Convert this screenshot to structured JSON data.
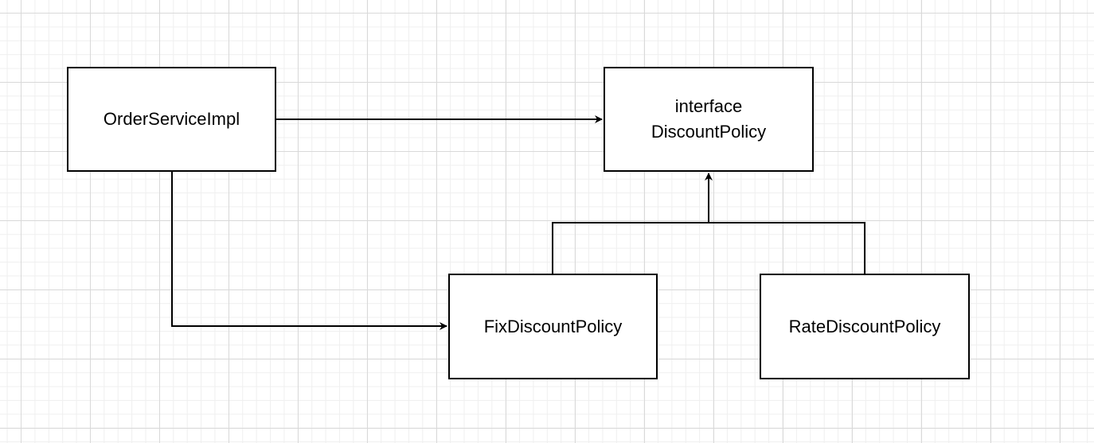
{
  "diagram": {
    "nodes": {
      "order_service": {
        "line1": "OrderServiceImpl"
      },
      "discount_policy": {
        "line1": "interface",
        "line2": "DiscountPolicy"
      },
      "fix_policy": {
        "line1": "FixDiscountPolicy"
      },
      "rate_policy": {
        "line1": "RateDiscountPolicy"
      }
    },
    "edges": [
      {
        "from": "OrderServiceImpl",
        "to": "DiscountPolicy",
        "kind": "dependency"
      },
      {
        "from": "OrderServiceImpl",
        "to": "FixDiscountPolicy",
        "kind": "dependency"
      },
      {
        "from": "FixDiscountPolicy",
        "to": "DiscountPolicy",
        "kind": "implements"
      },
      {
        "from": "RateDiscountPolicy",
        "to": "DiscountPolicy",
        "kind": "implements"
      }
    ],
    "colors": {
      "stroke": "#000000",
      "background": "#ffffff",
      "grid_major": "#d9d9d9",
      "grid_minor": "#efefef"
    }
  }
}
